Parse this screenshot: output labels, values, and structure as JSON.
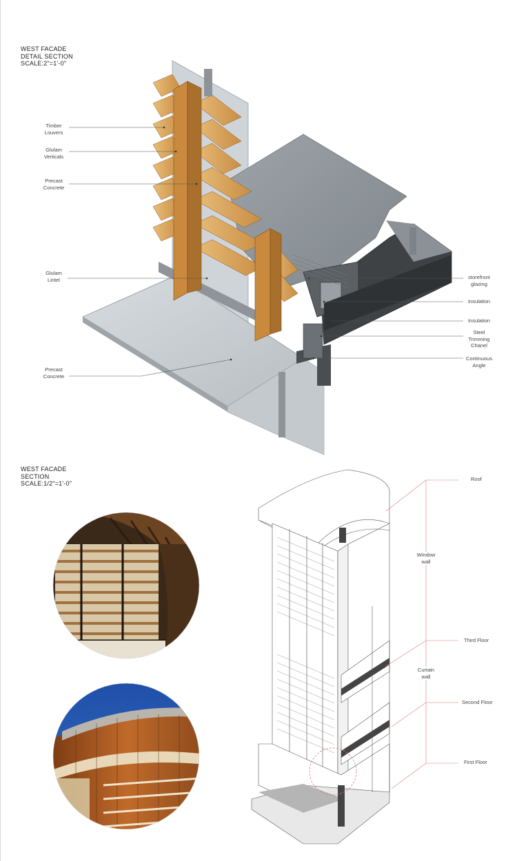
{
  "detail_section": {
    "title_lines": [
      "WEST FACADE",
      "DETAIL SECTION",
      "SCALE:2\"=1'-0\""
    ],
    "labels_left": [
      {
        "id": "timber-louvers",
        "lines": [
          "Timber",
          "Louvers"
        ]
      },
      {
        "id": "glulam-verticals",
        "lines": [
          "Glulam",
          "Verticals"
        ]
      },
      {
        "id": "precast-concrete-upper",
        "lines": [
          "Precast",
          "Concrete"
        ]
      },
      {
        "id": "glulam-lintel",
        "lines": [
          "Glulam",
          "Lintel"
        ]
      },
      {
        "id": "precast-concrete-lower",
        "lines": [
          "Precast",
          "Concrete"
        ]
      }
    ],
    "labels_right": [
      {
        "id": "storefront-glazing",
        "lines": [
          "storefront",
          "glazing"
        ]
      },
      {
        "id": "insulation-1",
        "lines": [
          "Insulation"
        ]
      },
      {
        "id": "insulation-2",
        "lines": [
          "Insulation"
        ]
      },
      {
        "id": "steel-trimming-chanel",
        "lines": [
          "Steel",
          "Trimming",
          "Chanel"
        ]
      },
      {
        "id": "continuous-angle",
        "lines": [
          "Continuous",
          "Angle"
        ]
      }
    ]
  },
  "section": {
    "title_lines": [
      "WEST FACADE",
      "SECTION",
      "SCALE:1/2\"=1'-0\""
    ],
    "levels": [
      {
        "id": "roof",
        "label": "Roof"
      },
      {
        "id": "third-floor",
        "label": "Third Floor"
      },
      {
        "id": "second-floor",
        "label": "Second Floor"
      },
      {
        "id": "first-floor",
        "label": "First Floor"
      }
    ],
    "zones": [
      {
        "id": "window-wall",
        "lines": [
          "Window",
          "wall"
        ]
      },
      {
        "id": "curtain-wall",
        "lines": [
          "Curtain",
          "wall"
        ]
      }
    ]
  },
  "colors": {
    "timber": "#d9a55a",
    "timber_dark": "#b07a35",
    "concrete": "#c8cdd1",
    "glass": "#aeb4ba",
    "dark": "#3b3d40",
    "leader": "#555555",
    "dim_red": "#e07a7a"
  }
}
